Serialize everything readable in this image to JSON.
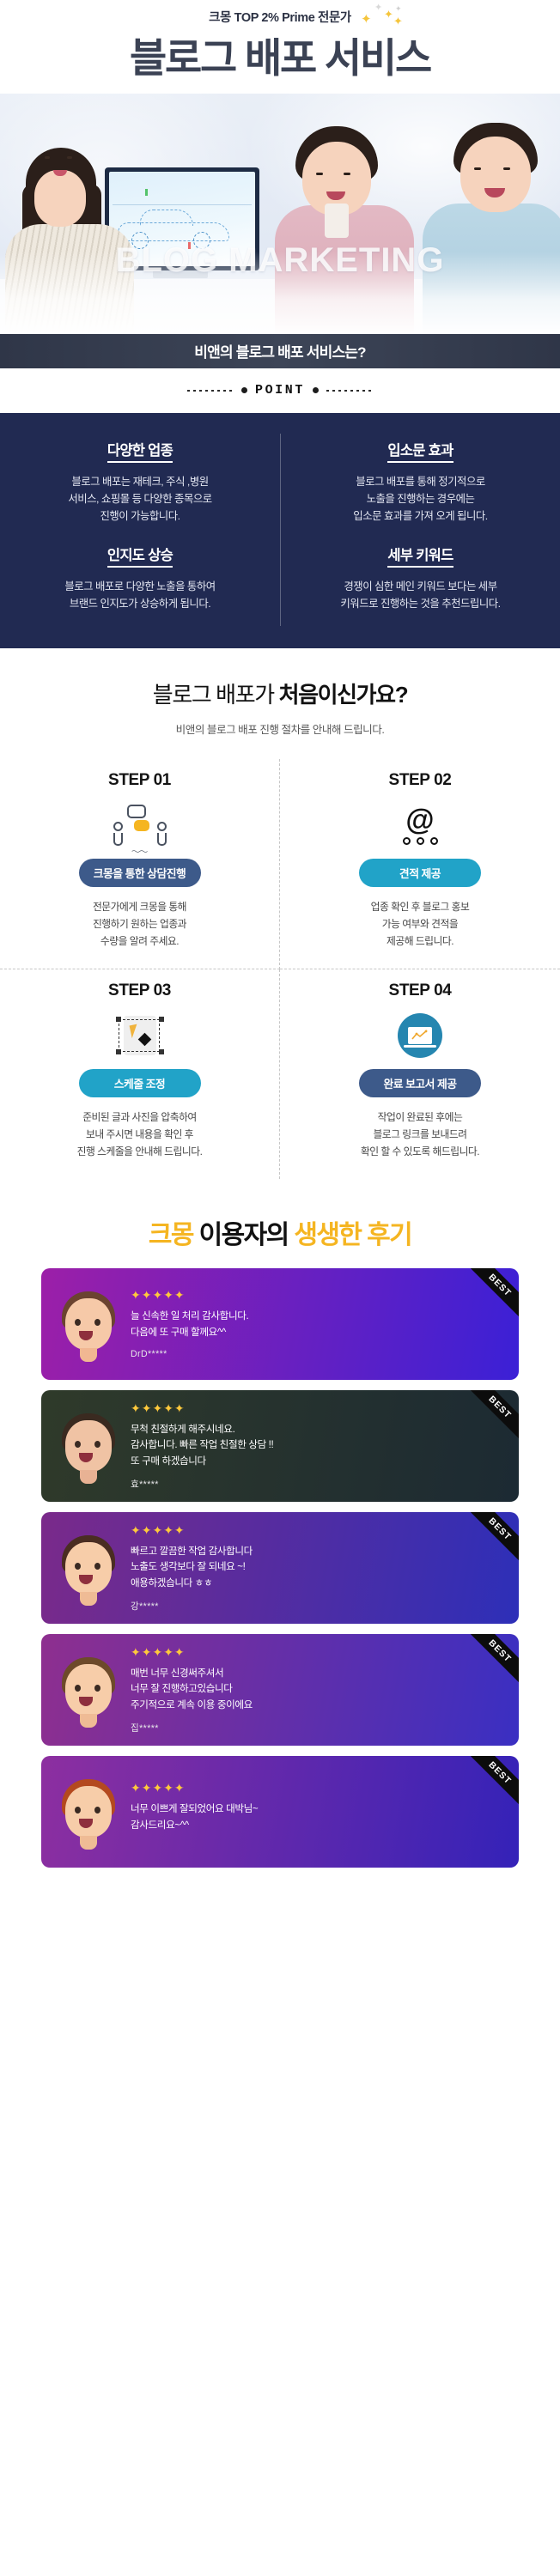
{
  "header": {
    "eyebrow": "크몽 TOP 2% Prime 전문가",
    "title": "블로그 배포 서비스",
    "watermark": "BLOG MARKETING"
  },
  "navy_banner": {
    "text": "비앤의 블로그 배포 서비스는?"
  },
  "point": {
    "label": "POINT",
    "items": [
      {
        "heading": "다양한 업종",
        "body": "블로그 배포는 재테크, 주식 ,병원\n서비스, 쇼핑몰 등 다양한 종목으로\n진행이 가능합니다."
      },
      {
        "heading": "입소문 효과",
        "body": "블로그 배포를 통해 정기적으로\n노출을 진행하는 경우에는\n입소문 효과를 가져 오게 됩니다."
      },
      {
        "heading": "인지도 상승",
        "body": "블로그 배포로 다양한 노출을 통하여\n브랜드 인지도가 상승하게 됩니다."
      },
      {
        "heading": "세부 키워드",
        "body": "경쟁이 심한 메인 키워드 보다는 세부\n키워드로 진행하는 것을 추천드립니다."
      }
    ]
  },
  "steps": {
    "title_light": "블로그 배포가 ",
    "title_bold": "처음이신가요?",
    "subtitle": "비앤의 블로그 배포 진행 절차를 안내해 드립니다.",
    "items": [
      {
        "no": "STEP 01",
        "icon": "consultation-icon",
        "badge": "크몽을 통한 상담진행",
        "badge_color": "#3d5a8a",
        "desc": "전문가에게 크몽을 통해\n진행하기 원하는 업종과\n수량을 알려 주세요."
      },
      {
        "no": "STEP 02",
        "icon": "at-sign-icon",
        "badge": "견적 제공",
        "badge_color": "#21a3c8",
        "desc": "업종 확인 후 블로그 홍보\n가능 여부와 견적을\n제공해 드립니다."
      },
      {
        "no": "STEP 03",
        "icon": "pen-tool-icon",
        "badge": "스케줄 조정",
        "badge_color": "#21a3c8",
        "desc": "준비된 글과 사진을 압축하여\n보내 주시면 내용을 확인 후\n진행 스케줄을 안내해 드립니다."
      },
      {
        "no": "STEP 04",
        "icon": "report-chart-icon",
        "badge": "완료 보고서 제공",
        "badge_color": "#3d5a8a",
        "desc": "작업이 완료된 후에는\n블로그 링크를 보내드려\n확인 할 수 있도록 해드립니다."
      }
    ]
  },
  "reviews": {
    "title_yellow_1": "크몽 ",
    "title_black": "이용자의 ",
    "title_yellow_2": "생생한 후기",
    "badge": "BEST",
    "items": [
      {
        "stars": "✦✦✦✦✦",
        "text": "늘 신속한 일 처리 감사합니다.\n다음에 또 구매 할께요^^",
        "user": "DrD*****",
        "bg_from": "#9c1fa8",
        "bg_to": "#3b20d6",
        "hair": "#6b4330",
        "skin": "#f6c9a8",
        "neck": "#f1b792"
      },
      {
        "stars": "✦✦✦✦✦",
        "text": "무척 친절하게 해주시네요.\n감사합니다. 빠른 작업 친절한 상담 !!\n또 구매 하겠습니다",
        "user": "효*****",
        "bg_from": "#2f3a2a",
        "bg_to": "#1c2a33",
        "hair": "#3a2a20",
        "skin": "#f0c3a4",
        "neck": "#e8b294"
      },
      {
        "stars": "✦✦✦✦✦",
        "text": "빠르고 깔끔한 작업 감사합니다\n노출도 생각보다 잘 되네요 ~!\n애용하겠습니다 ㅎㅎ",
        "user": "강*****",
        "bg_from": "#7a2a8a",
        "bg_to": "#2d2fb8",
        "hair": "#4a2d22",
        "skin": "#f7cda9",
        "neck": "#efbb95"
      },
      {
        "stars": "✦✦✦✦✦",
        "text": "매번 너무 신경써주셔서\n너무 잘 진행하고있습니다\n주기적으로 계속 이용 중이에요",
        "user": "집*****",
        "bg_from": "#8e2f8f",
        "bg_to": "#3a2fc2",
        "hair": "#6d4a2a",
        "skin": "#f7cda9",
        "neck": "#efbb95"
      },
      {
        "stars": "✦✦✦✦✦",
        "text": "너무 이쁘게 잘되었어요 대박님~\n감사드리요~^^",
        "user": "",
        "bg_from": "#8d2fa0",
        "bg_to": "#3422b8",
        "hair": "#b4491f",
        "skin": "#f7cda9",
        "neck": "#efbb95"
      }
    ]
  }
}
